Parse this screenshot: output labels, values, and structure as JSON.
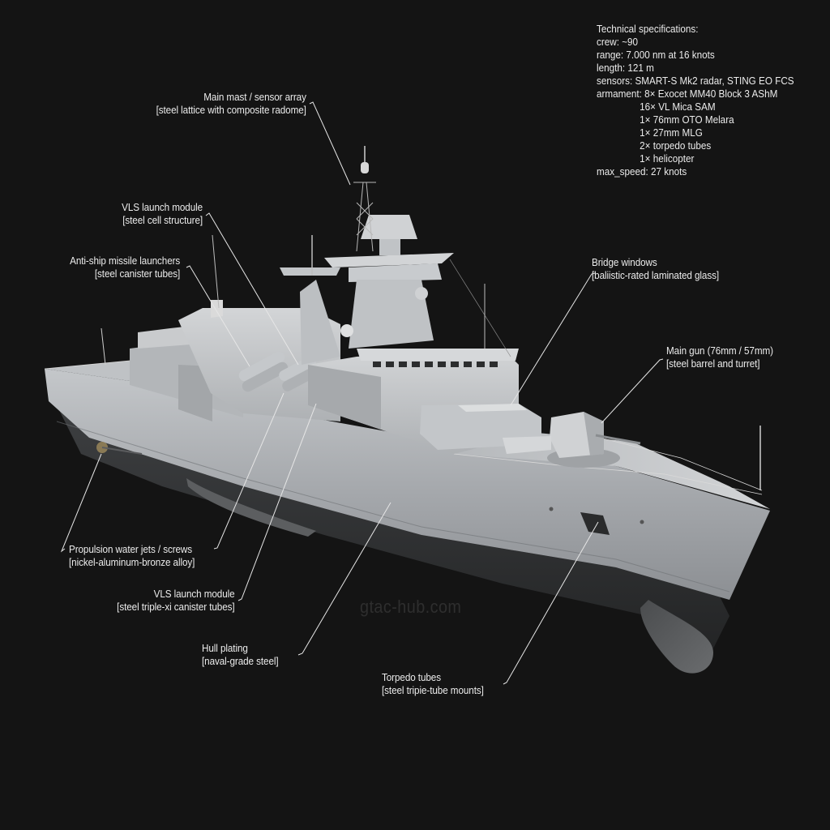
{
  "specs": {
    "title": "Technical specifications:",
    "crew": "crew: ~90",
    "range": "range: 7.000 nm at 16 knots",
    "length": "length: 121 m",
    "sensors": "sensors: SMART-S Mk2 radar, STING EO FCS",
    "armament_label": "armament: 8× Exocet MM40 Block 3 AShM",
    "armament": [
      "16× VL Mica SAM",
      "1× 76mm OTO Melara",
      "1× 27mm MLG",
      "2× torpedo tubes",
      "1× helicopter"
    ],
    "max_speed": "max_speed: 27 knots"
  },
  "callouts": [
    {
      "id": "main-mast",
      "title": "Main mast / sensor array",
      "material": "[steel lattice with composite radome]"
    },
    {
      "id": "vls-upper",
      "title": "VLS launch module",
      "material": "[steel cell structure]"
    },
    {
      "id": "anti-ship",
      "title": "Anti-ship missile launchers",
      "material": "[steel canister tubes]"
    },
    {
      "id": "bridge",
      "title": "Bridge windows",
      "material": "[baliistic-rated laminated glass]"
    },
    {
      "id": "main-gun",
      "title": "Main gun (76mm / 57mm)",
      "material": "[steel barrel and turret]"
    },
    {
      "id": "propulsion",
      "title": "Propulsion water jets / screws",
      "material": "[nickel-aluminum-bronze alloy]"
    },
    {
      "id": "vls-lower",
      "title": "VLS launch module",
      "material": "[steel triple-xi canister tubes]"
    },
    {
      "id": "hull",
      "title": "Hull plating",
      "material": "[naval-grade steel]"
    },
    {
      "id": "torpedo",
      "title": "Torpedo tubes",
      "material": "[steel tripie-tube mounts]"
    }
  ],
  "watermark": "gtac-hub.com",
  "colors": {
    "background": "#141414",
    "hull_light": "#b9bcbf",
    "hull_mid": "#9a9da1",
    "hull_dark": "#3a3c3e",
    "text": "#ececec",
    "leader": "#e6e6e6"
  }
}
